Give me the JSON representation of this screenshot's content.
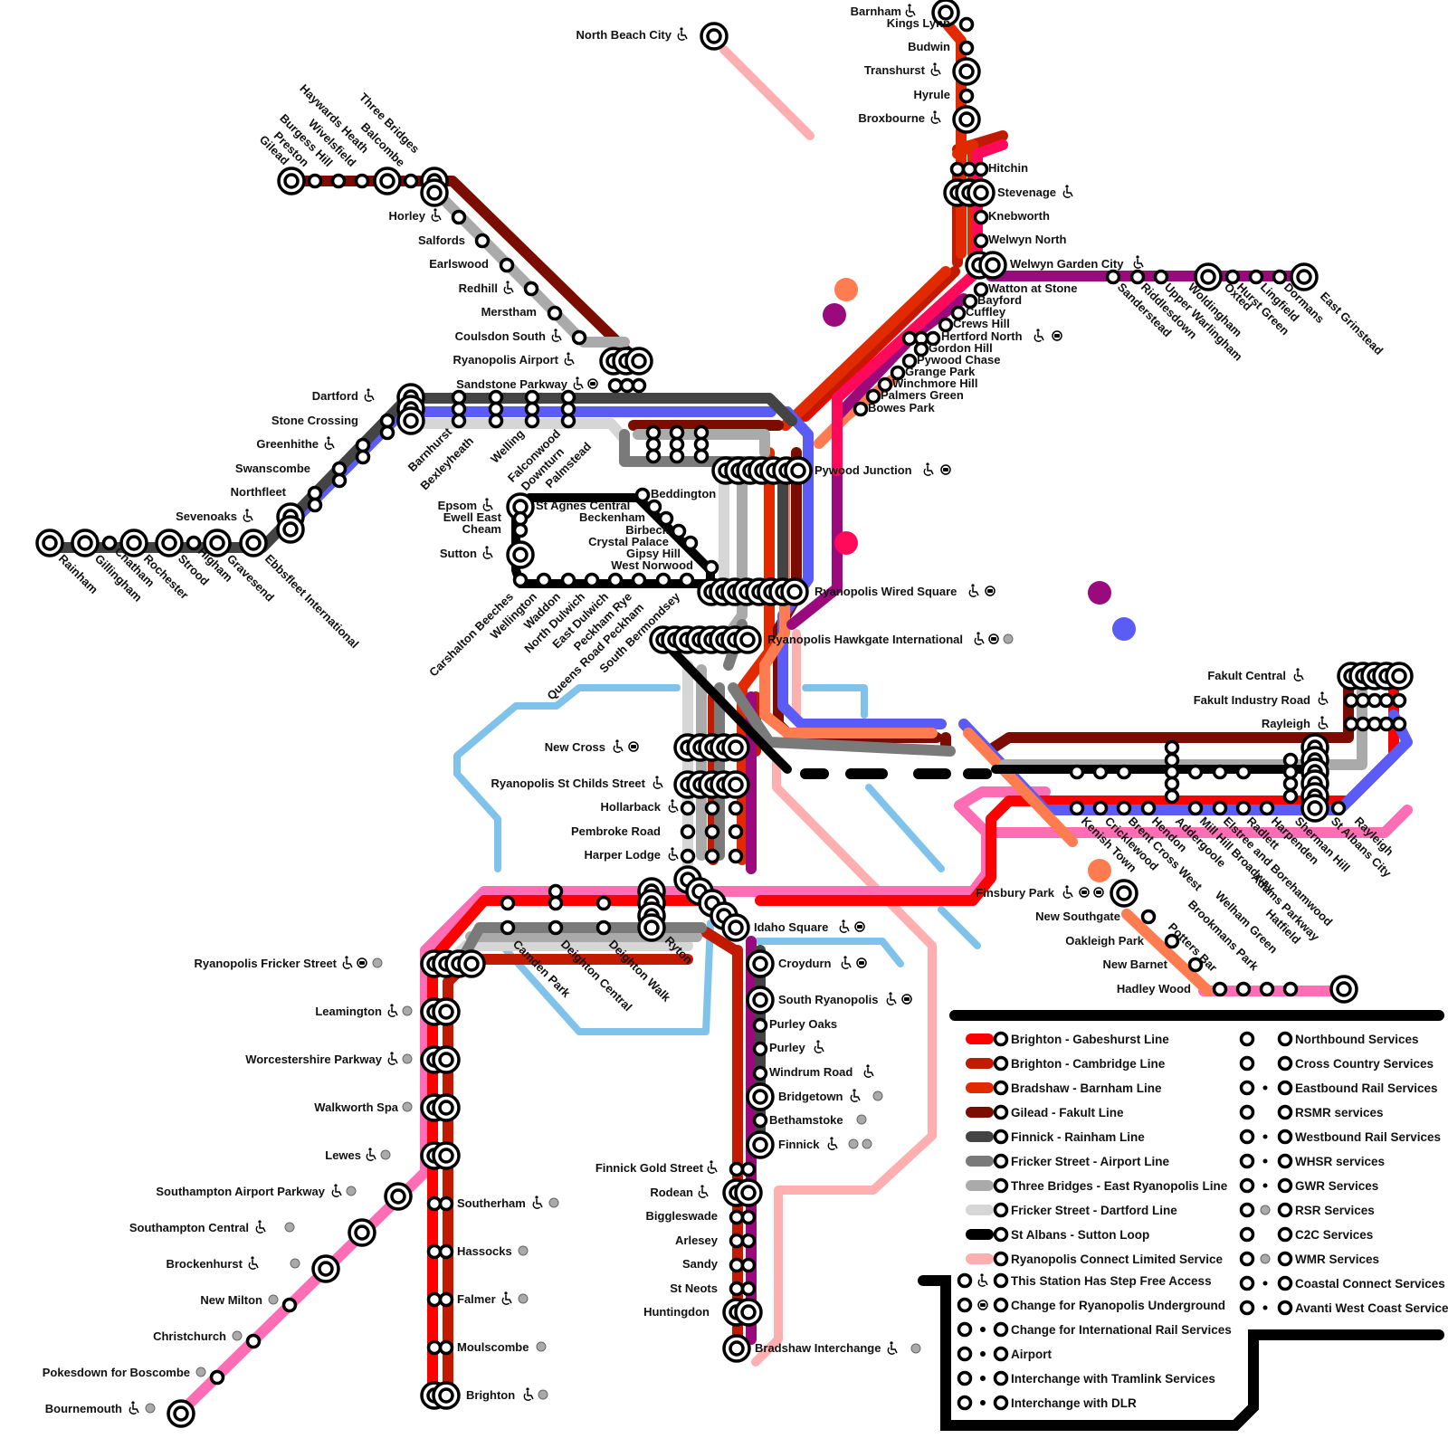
{
  "lines": {
    "brighton_gabeshurst": "#ff0000",
    "brighton_cambridge": "#c11a00",
    "bradshaw_barnham": "#e22a00",
    "gilead_fakult": "#7a0d00",
    "finnick_rainham": "#444444",
    "fricker_airport": "#7a7a7a",
    "three_bridges": "#aaaaaa",
    "fricker_dartford": "#d6d6d6",
    "st_albans_sutton": "#000000",
    "connect_limited": "#ffafaf",
    "pink": "#ff6eb4",
    "purple": "#9b0a7c",
    "blue": "#5b5bf5",
    "orange": "#ff7b50",
    "hotpink": "#ff0a5a",
    "lightblue": "#7fc2ea"
  },
  "stations": {
    "north_beach_city": "North Beach City",
    "barnham": "Barnham",
    "kings_lynn": "Kings Lynn",
    "budwin": "Budwin",
    "transhurst": "Transhurst",
    "hyrule": "Hyrule",
    "broxbourne": "Broxbourne",
    "hitchin": "Hitchin",
    "stevenage": "Stevenage",
    "knebworth": "Knebworth",
    "welwyn_north": "Welwyn North",
    "welwyn_garden_city": "Welwyn Garden City",
    "watton_at_stone": "Watton at Stone",
    "bayford": "Bayford",
    "cuffley": "Cuffley",
    "crews_hill": "Crews Hill",
    "hertford_north": "Hertford North",
    "gordon_hill": "Gordon Hill",
    "pywood_chase": "Pywood Chase",
    "grange_park": "Grange Park",
    "winchmore_hill": "Winchmore Hill",
    "palmers_green": "Palmers Green",
    "bowes_park": "Bowes Park",
    "sanderstead": "Sanderstead",
    "riddlesdown": "Riddlesdown",
    "upper_warlingham": "Upper Warlingham",
    "woldingham": "Woldingham",
    "oxted": "Oxted",
    "hurst_green": "Hurst Green",
    "lingfield": "Lingfield",
    "dormans": "Dormans",
    "east_grinstead": "East Grinstead",
    "gilead": "Gilead",
    "preston": "Preston",
    "burgess_hill": "Burgess Hill",
    "wivelsfield": "Wivelsfield",
    "haywards_heath": "Haywards Heath",
    "balcombe": "Balcombe",
    "three_bridges": "Three Bridges",
    "horley": "Horley",
    "salfords": "Salfords",
    "earlswood": "Earlswood",
    "redhill": "Redhill",
    "merstham": "Merstham",
    "coulsdon_south": "Coulsdon South",
    "ryanopolis_airport": "Ryanopolis Airport",
    "sandstone_parkway": "Sandstone Parkway",
    "dartford": "Dartford",
    "stone_crossing": "Stone Crossing",
    "greenhithe": "Greenhithe",
    "swanscombe": "Swanscombe",
    "northfleet": "Northfleet",
    "sevenoaks": "Sevenoaks",
    "barnhurst": "Barnhurst",
    "bexleyheath": "Bexleyheath",
    "welling": "Welling",
    "falconwood": "Falconwood",
    "downturn": "Downturn",
    "palmstead": "Palmstead",
    "rainham": "Rainham",
    "gillingham": "Gillingham",
    "chatham": "Chatham",
    "rochester": "Rochester",
    "strood": "Strood",
    "higham": "Higham",
    "gravesend": "Gravesend",
    "ebbsfleet_international": "Ebbsfleet International",
    "epsom": "Epsom",
    "ewell_east": "Ewell East",
    "cheam": "Cheam",
    "sutton": "Sutton",
    "st_agnes_central": "St Agnes Central",
    "beddington": "Beddington",
    "beckenham": "Beckenham",
    "birbeck": "Birbeck",
    "crystal_palace": "Crystal Palace",
    "gipsy_hill": "Gipsy Hill",
    "west_norwood": "West Norwood",
    "carshalton_beeches": "Carshalton Beeches",
    "wellington": "Wellington",
    "waddon": "Waddon",
    "north_dulwich": "North Dulwich",
    "east_dulwich": "East Dulwich",
    "peckham_rye": "Peckham Rye",
    "queens_road_peckham": "Queens Road Peckham",
    "south_bermondsey": "South Bermondsey",
    "pywood_junction": "Pywood Junction",
    "ryanopolis_wired_square": "Ryanopolis Wired Square",
    "ryanopolis_hawkgate_international": "Ryanopolis Hawkgate International",
    "new_cross": "New Cross",
    "ryanopolis_st_childs_street": "Ryanopolis St Childs Street",
    "hollarback": "Hollarback",
    "pembroke_road": "Pembroke Road",
    "harper_lodge": "Harper Lodge",
    "camden_park": "Camden Park",
    "deighton_central": "Deighton Central",
    "deighton_walk": "Deighton Walk",
    "ryton": "Ryton",
    "idaho_square": "Idaho Square",
    "croydurn": "Croydurn",
    "south_ryanopolis": "South Ryanopolis",
    "purley_oaks": "Purley Oaks",
    "purley": "Purley",
    "windrum_road": "Windrum Road",
    "bridgetown": "Bridgetown",
    "bethamstoke": "Bethamstoke",
    "finnick": "Finnick",
    "finnick_gold_street": "Finnick Gold Street",
    "rodean": "Rodean",
    "biggleswade": "Biggleswade",
    "arlesey": "Arlesey",
    "sandy": "Sandy",
    "st_neots": "St Neots",
    "huntingdon": "Huntingdon",
    "bradshaw_interchange": "Bradshaw Interchange",
    "ryanopolis_fricker_street": "Ryanopolis Fricker Street",
    "leamington": "Leamington",
    "worcestershire_parkway": "Worcestershire Parkway",
    "walkworth_spa": "Walkworth Spa",
    "lewes": "Lewes",
    "southampton_airport_parkway": "Southampton Airport Parkway",
    "southampton_central": "Southampton Central",
    "brockenhurst": "Brockenhurst",
    "new_milton": "New Milton",
    "christchurch": "Christchurch",
    "pokesdown": "Pokesdown for Boscombe",
    "bournemouth": "Bournemouth",
    "southerham": "Southerham",
    "hassocks": "Hassocks",
    "falmer": "Falmer",
    "moulscombe": "Moulscombe",
    "brighton": "Brighton",
    "fakult_central": "Fakult Central",
    "fakult_industry_road": "Fakult Industry Road",
    "rayleigh": "Rayleigh",
    "kenish_town": "Kenish Town",
    "cricklewood": "Cricklewood",
    "brent_cross_west": "Brent Cross West",
    "hendon": "Hendon",
    "addergoole": "Addergoole",
    "mill_hill_broadway": "Mill Hill Broadway",
    "elstree_borehamwood": "Elstree and Borehamwood",
    "radlett": "Radlett",
    "harpenden": "Harpenden",
    "sherman_hill": "Sherman Hill",
    "st_albans_city": "St Albans City",
    "finsbury_park": "Finsbury Park",
    "new_southgate": "New Southgate",
    "oakleigh_park": "Oakleigh Park",
    "new_barnet": "New Barnet",
    "hadley_wood": "Hadley Wood",
    "potters_bar": "Potters Bar",
    "brookmans_park": "Brookmans Park",
    "welham_green": "Welham Green",
    "hatfield": "Hatfield",
    "adams_parkway": "Adams Parkway"
  },
  "legend": {
    "lines": [
      {
        "label": "Brighton - Gabeshurst Line",
        "color": "#ff0000"
      },
      {
        "label": "Brighton - Cambridge Line",
        "color": "#c11a00"
      },
      {
        "label": "Bradshaw - Barnham Line",
        "color": "#e22a00"
      },
      {
        "label": "Gilead - Fakult Line",
        "color": "#7a0d00"
      },
      {
        "label": "Finnick - Rainham Line",
        "color": "#444444"
      },
      {
        "label": "Fricker Street - Airport Line",
        "color": "#7a7a7a"
      },
      {
        "label": "Three Bridges - East Ryanopolis Line",
        "color": "#aaaaaa"
      },
      {
        "label": "Fricker Street - Dartford Line",
        "color": "#d6d6d6"
      },
      {
        "label": "St Albans - Sutton Loop",
        "color": "#000000"
      },
      {
        "label": "Ryanopolis Connect Limited Service",
        "color": "#ffafaf"
      }
    ],
    "facilities": [
      {
        "label": "This Station Has Step Free Access",
        "icon": "wheelchair-icon"
      },
      {
        "label": "Change for Ryanopolis Underground",
        "icon": "underground-icon"
      },
      {
        "label": "Change for International Rail Services",
        "icon": "international-rail-icon"
      },
      {
        "label": "Airport",
        "icon": "airplane-icon"
      },
      {
        "label": "Interchange with Tramlink Services",
        "icon": "tram-icon"
      },
      {
        "label": "Interchange with DLR",
        "icon": "dlr-icon"
      }
    ],
    "operators": [
      {
        "label": "Northbound Services",
        "icon": "none"
      },
      {
        "label": "Cross Country Services",
        "icon": "none"
      },
      {
        "label": "Eastbound Rail Services",
        "icon": "eastbound-icon"
      },
      {
        "label": "RSMR services",
        "icon": "none"
      },
      {
        "label": "Westbound Rail Services",
        "icon": "small-dot-icon"
      },
      {
        "label": "WHSR services",
        "icon": "bus-icon"
      },
      {
        "label": "GWR Services",
        "icon": "snowflake-icon"
      },
      {
        "label": "RSR Services",
        "icon": "rsr-icon"
      },
      {
        "label": "C2C Services",
        "icon": "none"
      },
      {
        "label": "WMR Services",
        "icon": "wmr-icon"
      },
      {
        "label": "Coastal Connect Services",
        "icon": "tiny-dot-icon"
      },
      {
        "label": "Avanti West Coast Services",
        "icon": "shield-icon"
      }
    ]
  }
}
